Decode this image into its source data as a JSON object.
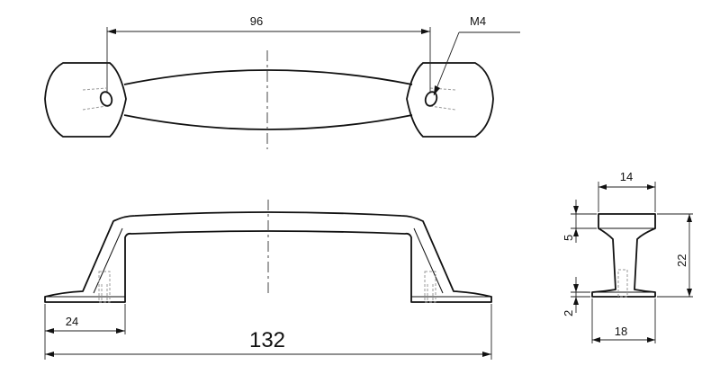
{
  "dimensions": {
    "hole_spacing": "96",
    "thread": "M4",
    "overall_length": "132",
    "foot_length": "24",
    "top_width": "14",
    "base_width": "18",
    "height": "22",
    "top_thickness": "5",
    "base_thickness": "2"
  },
  "colors": {
    "line": "#111111",
    "hidden": "#999999",
    "background": "#ffffff"
  }
}
